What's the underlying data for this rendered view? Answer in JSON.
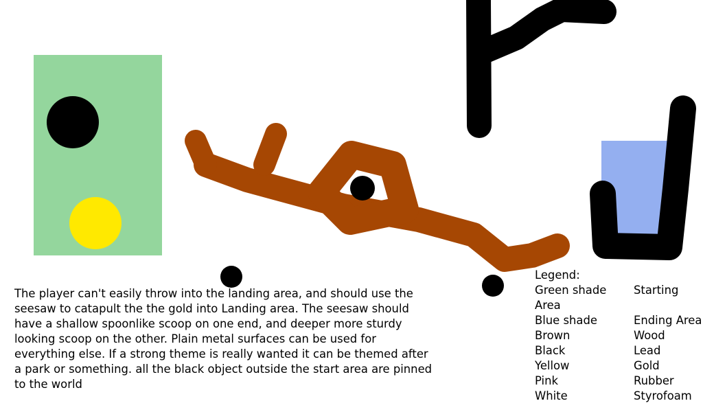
{
  "scene": {
    "colors": {
      "start_area": "#94d69d",
      "end_area": "#94aff0",
      "wood": "#a64703",
      "lead": "#000000",
      "gold": "#ffe900",
      "background": "#ffffff"
    },
    "objects": [
      {
        "name": "starting-area",
        "material": "Starting Area"
      },
      {
        "name": "lead-ball",
        "material": "Lead"
      },
      {
        "name": "gold-ball",
        "material": "Gold"
      },
      {
        "name": "wooden-seesaw",
        "material": "Wood"
      },
      {
        "name": "seesaw-pivot-pin",
        "material": "Lead"
      },
      {
        "name": "pinned-black-post",
        "material": "Lead"
      },
      {
        "name": "landing-area",
        "material": "Ending Area"
      },
      {
        "name": "landing-cup-wall",
        "material": "Lead"
      }
    ]
  },
  "description": {
    "lines": [
      "The player can't easily throw into the landing area, and should use the",
      "seesaw to catapult the the gold into Landing area. The seesaw should",
      "have a shallow spoonlike scoop on one end, and deeper more sturdy",
      "looking scoop on the other. Plain metal surfaces can be used for",
      "everything else. If a strong theme is really wanted it can be themed after",
      "a park or something. all the black object outside the start area are pinned",
      "to the world"
    ]
  },
  "legend": {
    "title": "Legend:",
    "entries": [
      {
        "color": "Green shade",
        "material": "Starting"
      },
      {
        "color": "Area",
        "material": ""
      },
      {
        "color": "Blue shade",
        "material": "Ending Area"
      },
      {
        "color": "Brown",
        "material": "Wood"
      },
      {
        "color": "Black",
        "material": "Lead"
      },
      {
        "color": "Yellow",
        "material": "Gold"
      },
      {
        "color": "Pink",
        "material": "Rubber"
      },
      {
        "color": "White",
        "material": "Styrofoam"
      }
    ]
  }
}
